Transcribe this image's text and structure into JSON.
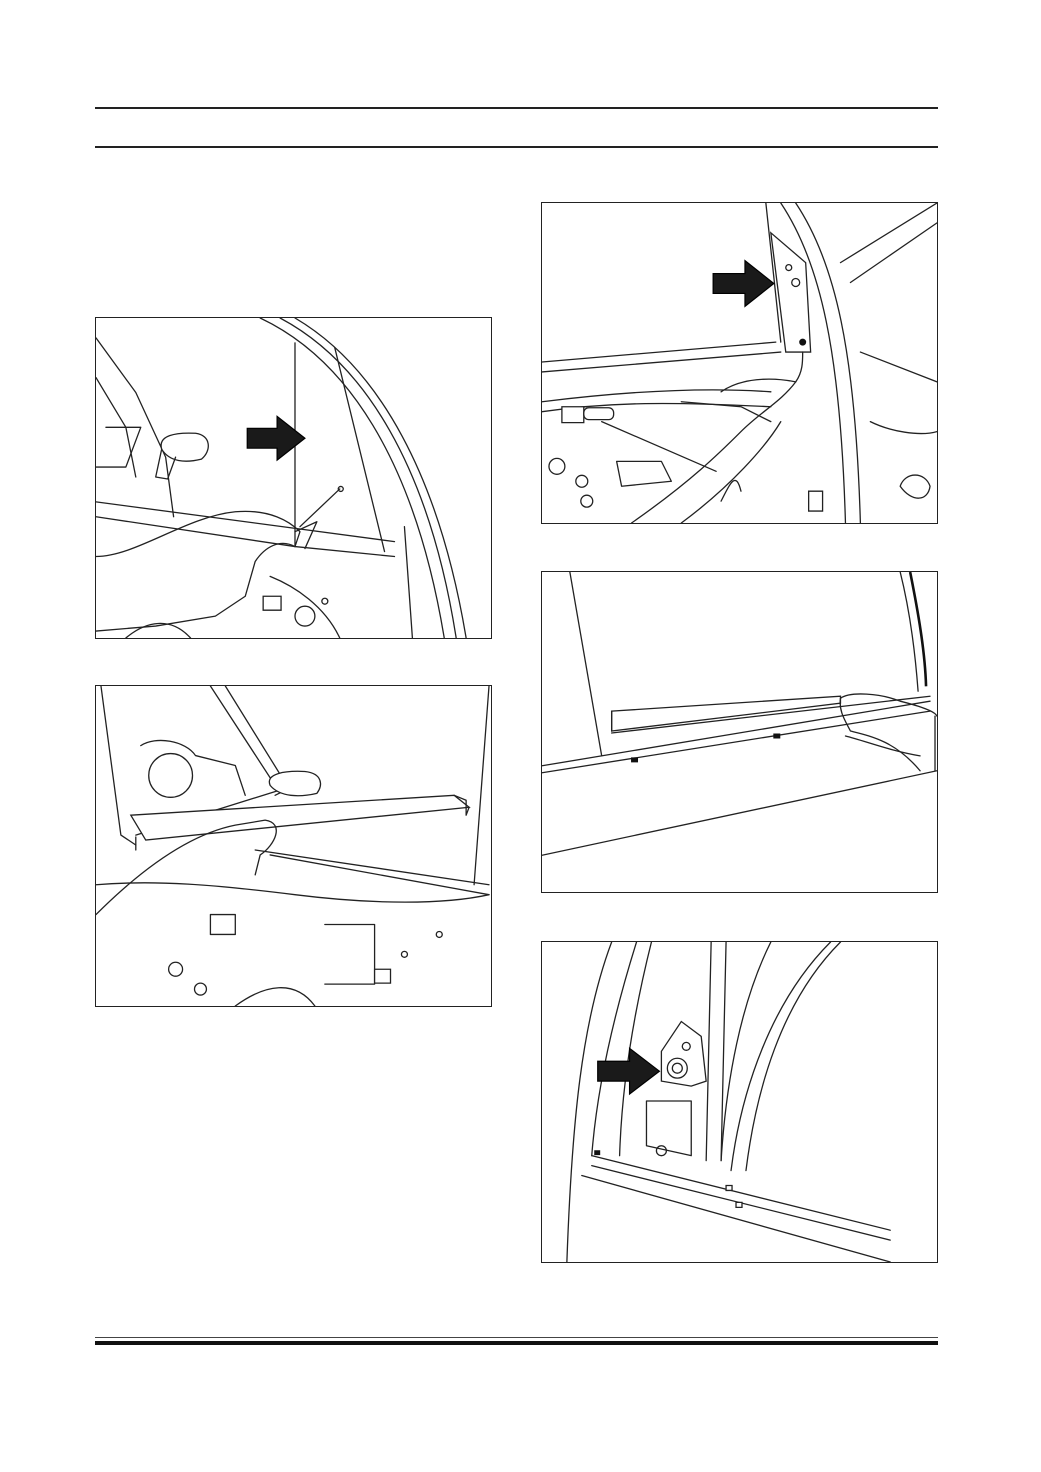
{
  "page": {
    "figures": [
      {
        "id": "fig-1",
        "icon": "arrow-icon",
        "subject": "screwdriver-on-door-frame"
      },
      {
        "id": "fig-2",
        "subject": "removing-channel"
      },
      {
        "id": "fig-3",
        "icon": "arrow-icon",
        "subject": "screwdriver-at-a-pillar"
      },
      {
        "id": "fig-4",
        "subject": "removing-belt-strip"
      },
      {
        "id": "fig-5",
        "icon": "arrow-icon",
        "subject": "pillar-bolt"
      }
    ]
  }
}
